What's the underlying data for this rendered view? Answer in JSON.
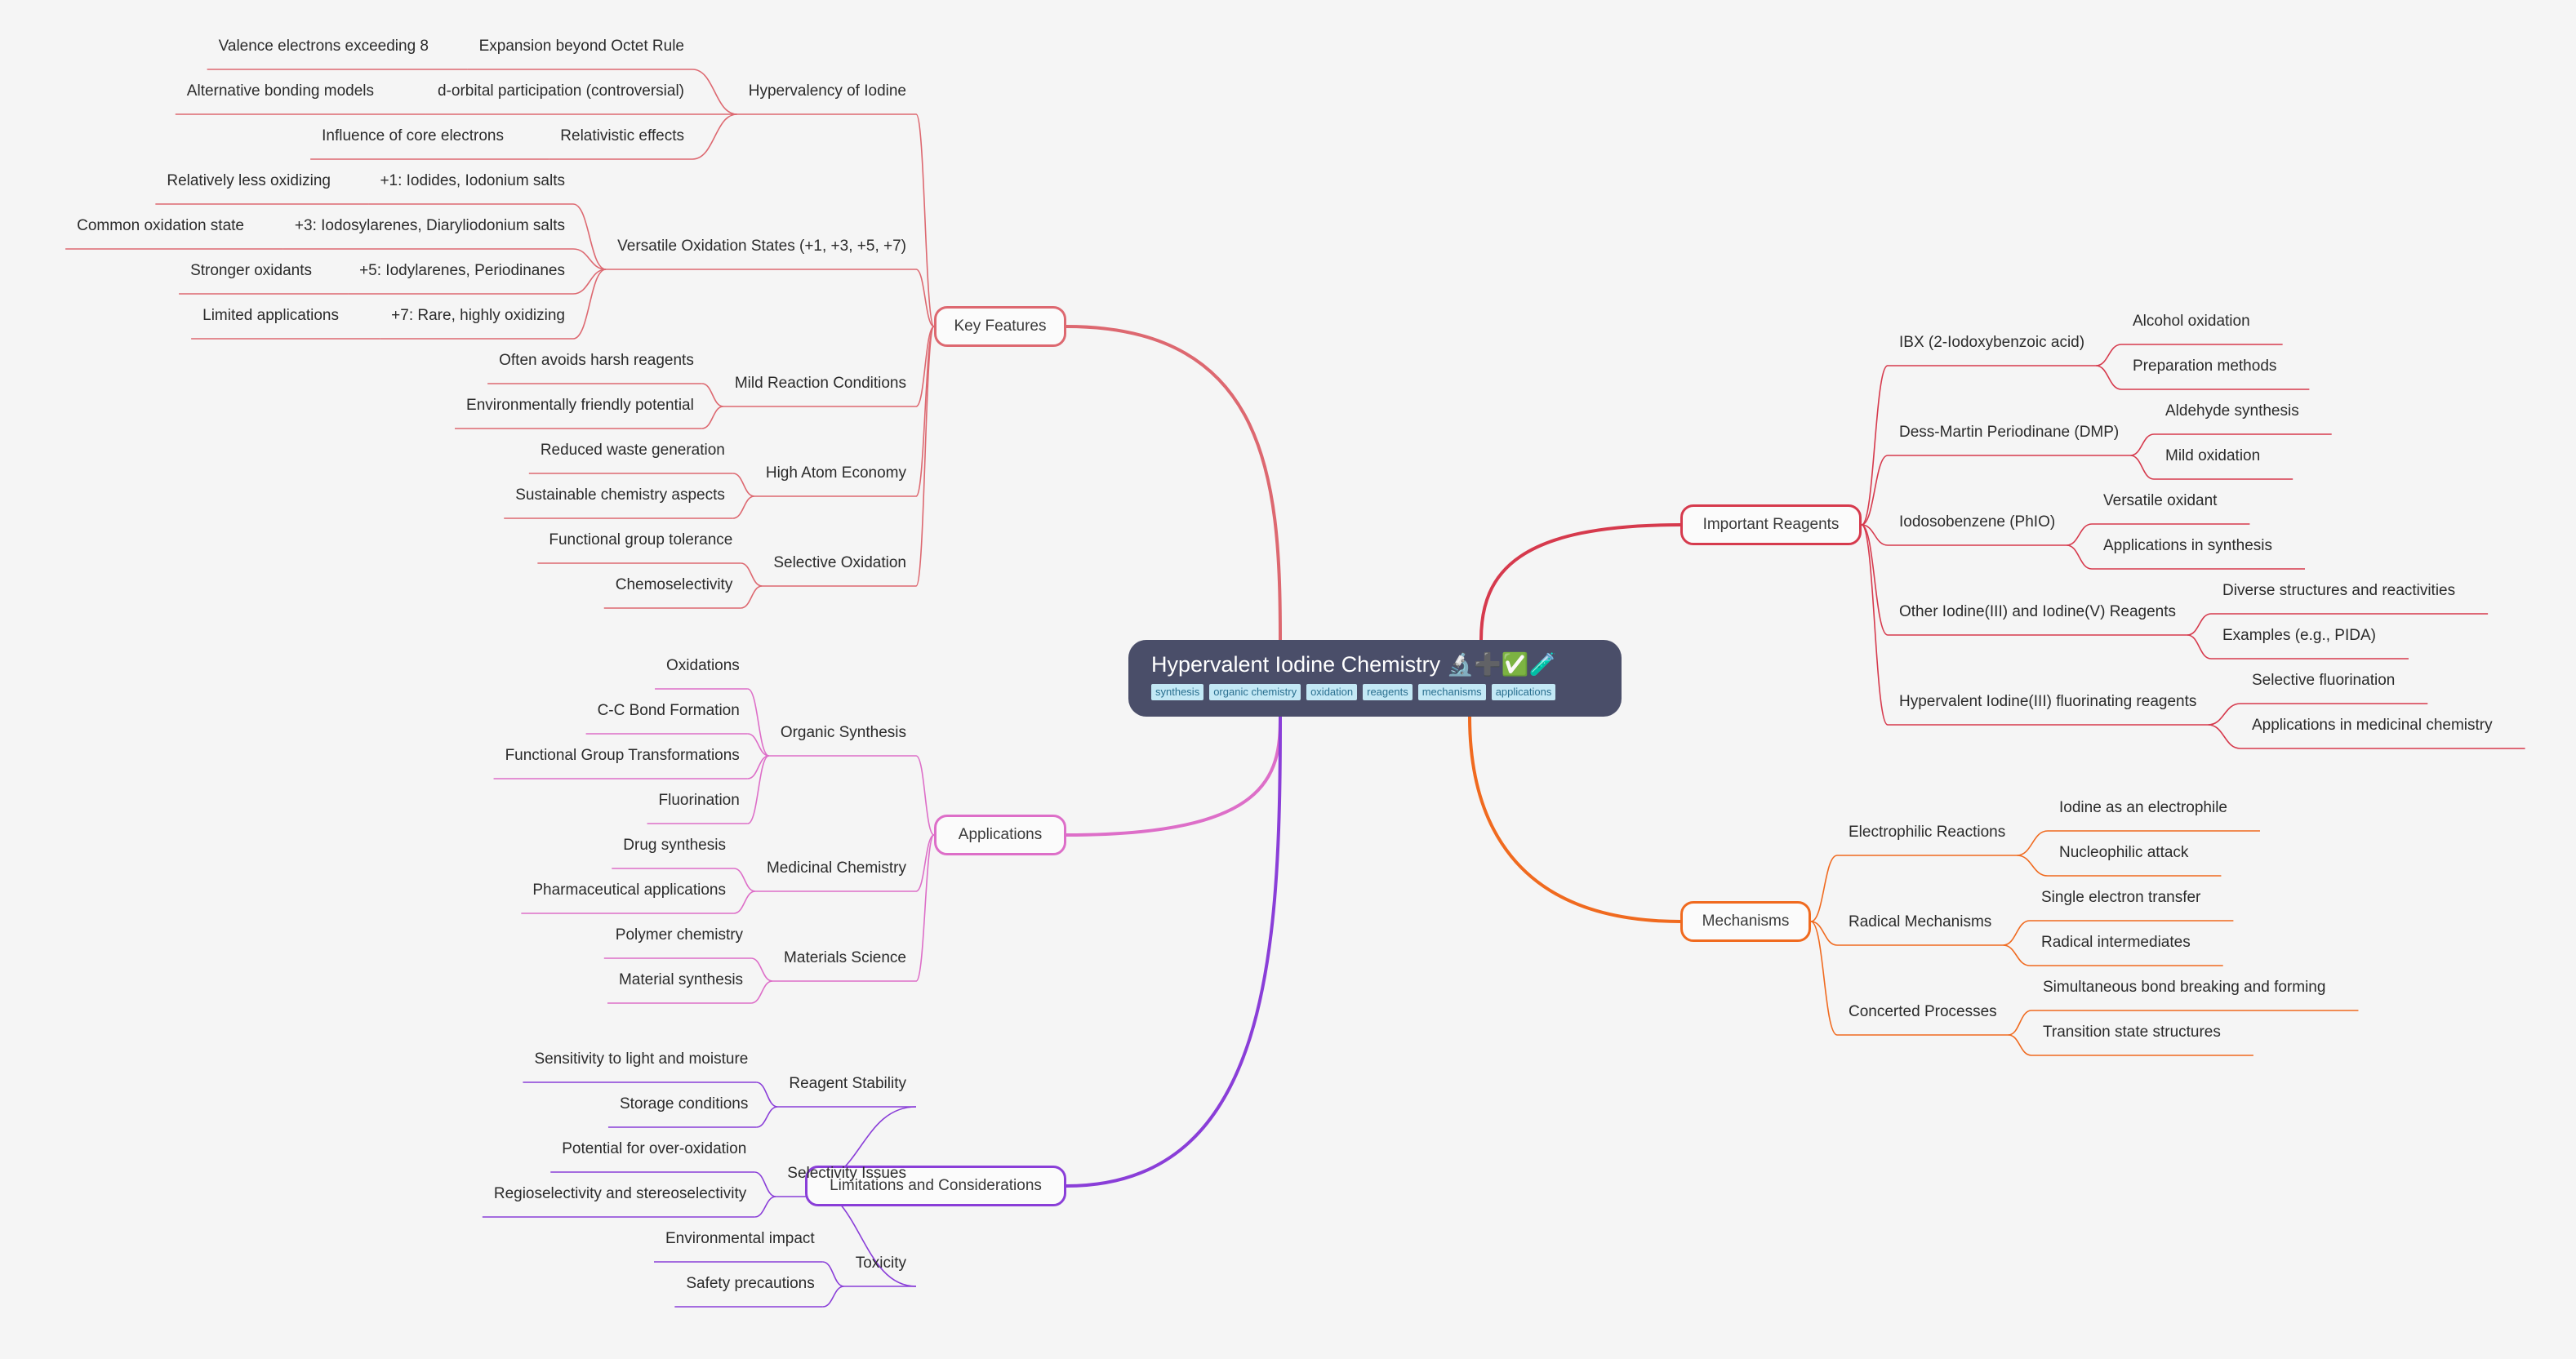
{
  "root": {
    "title": "Hypervalent Iodine Chemistry 🔬➕✅🧪",
    "tags": [
      "synthesis",
      "organic chemistry",
      "oxidation",
      "reagents",
      "mechanisms",
      "applications"
    ]
  },
  "branches": [
    {
      "label": "Key Features",
      "color": "#dd6870",
      "children": [
        {
          "label": "Hypervalency of Iodine",
          "children": [
            {
              "label": "Expansion beyond Octet Rule",
              "children": [
                {
                  "label": "Valence electrons exceeding 8"
                }
              ]
            },
            {
              "label": "d-orbital participation (controversial)",
              "children": [
                {
                  "label": "Alternative bonding models"
                }
              ]
            },
            {
              "label": "Relativistic effects",
              "children": [
                {
                  "label": "Influence of core electrons"
                }
              ]
            }
          ]
        },
        {
          "label": "Versatile Oxidation States (+1, +3, +5, +7)",
          "children": [
            {
              "label": "+1: Iodides, Iodonium salts",
              "children": [
                {
                  "label": "Relatively less oxidizing"
                }
              ]
            },
            {
              "label": "+3: Iodosylarenes, Diaryliodonium salts",
              "children": [
                {
                  "label": "Common oxidation state"
                }
              ]
            },
            {
              "label": "+5: Iodylarenes, Periodinanes",
              "children": [
                {
                  "label": "Stronger oxidants"
                }
              ]
            },
            {
              "label": "+7:  Rare, highly oxidizing",
              "children": [
                {
                  "label": "Limited applications"
                }
              ]
            }
          ]
        },
        {
          "label": "Mild Reaction Conditions",
          "children": [
            {
              "label": "Often avoids harsh reagents"
            },
            {
              "label": "Environmentally friendly potential"
            }
          ]
        },
        {
          "label": "High Atom Economy",
          "children": [
            {
              "label": "Reduced waste generation"
            },
            {
              "label": "Sustainable chemistry aspects"
            }
          ]
        },
        {
          "label": "Selective Oxidation",
          "children": [
            {
              "label": "Functional group tolerance"
            },
            {
              "label": "Chemoselectivity"
            }
          ]
        }
      ]
    },
    {
      "label": "Applications",
      "color": "#dd6ec8",
      "children": [
        {
          "label": "Organic Synthesis",
          "children": [
            {
              "label": "Oxidations"
            },
            {
              "label": "C-C Bond Formation"
            },
            {
              "label": "Functional Group Transformations"
            },
            {
              "label": "Fluorination"
            }
          ]
        },
        {
          "label": "Medicinal Chemistry",
          "children": [
            {
              "label": "Drug synthesis"
            },
            {
              "label": "Pharmaceutical applications"
            }
          ]
        },
        {
          "label": "Materials Science",
          "children": [
            {
              "label": "Polymer chemistry"
            },
            {
              "label": "Material synthesis"
            }
          ]
        }
      ]
    },
    {
      "label": "Limitations and Considerations",
      "color": "#8a3ed8",
      "children": [
        {
          "label": "Reagent Stability",
          "children": [
            {
              "label": "Sensitivity to light and moisture"
            },
            {
              "label": "Storage conditions"
            }
          ]
        },
        {
          "label": "Selectivity Issues",
          "children": [
            {
              "label": "Potential for over-oxidation"
            },
            {
              "label": "Regioselectivity and stereoselectivity"
            }
          ]
        },
        {
          "label": "Toxicity",
          "children": [
            {
              "label": "Environmental impact"
            },
            {
              "label": "Safety precautions"
            }
          ]
        }
      ]
    },
    {
      "label": "Important Reagents",
      "color": "#d63a4d",
      "children": [
        {
          "label": "IBX (2-Iodoxybenzoic acid)",
          "children": [
            {
              "label": "Alcohol oxidation"
            },
            {
              "label": "Preparation methods"
            }
          ]
        },
        {
          "label": "Dess-Martin Periodinane (DMP)",
          "children": [
            {
              "label": "Aldehyde synthesis"
            },
            {
              "label": "Mild oxidation"
            }
          ]
        },
        {
          "label": "Iodosobenzene (PhIO)",
          "children": [
            {
              "label": "Versatile oxidant"
            },
            {
              "label": "Applications in synthesis"
            }
          ]
        },
        {
          "label": "Other Iodine(III) and Iodine(V) Reagents",
          "children": [
            {
              "label": "Diverse structures and reactivities"
            },
            {
              "label": "Examples (e.g., PIDA)"
            }
          ]
        },
        {
          "label": "Hypervalent Iodine(III) fluorinating reagents",
          "children": [
            {
              "label": "Selective fluorination"
            },
            {
              "label": "Applications in medicinal chemistry"
            }
          ]
        }
      ]
    },
    {
      "label": "Mechanisms",
      "color": "#f06a1f",
      "children": [
        {
          "label": "Electrophilic Reactions",
          "children": [
            {
              "label": "Iodine as an electrophile"
            },
            {
              "label": "Nucleophilic attack"
            }
          ]
        },
        {
          "label": "Radical Mechanisms",
          "children": [
            {
              "label": "Single electron transfer"
            },
            {
              "label": "Radical intermediates"
            }
          ]
        },
        {
          "label": "Concerted Processes",
          "children": [
            {
              "label": "Simultaneous bond breaking and forming"
            },
            {
              "label": "Transition state structures"
            }
          ]
        }
      ]
    }
  ]
}
